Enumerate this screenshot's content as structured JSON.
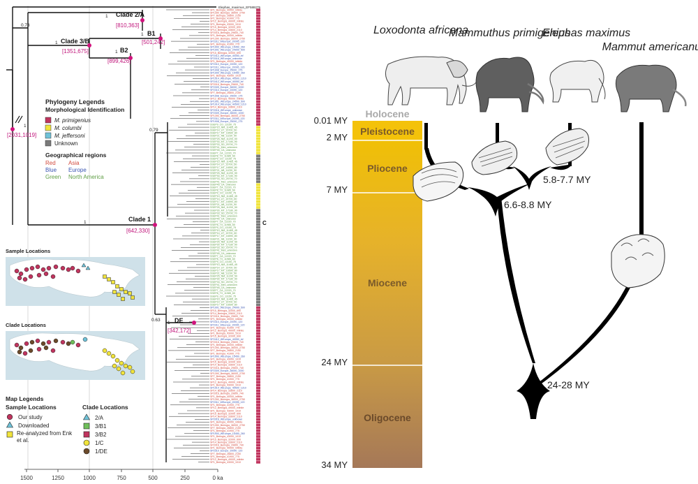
{
  "tree": {
    "outgroup_label": "Elephas_maximus_EF588275",
    "clades": [
      {
        "label": "Clade 2/A",
        "support": "1",
        "interval": "[810,363]"
      },
      {
        "label": "Clade 3/B",
        "support": "1",
        "interval": "[1351,675]"
      },
      {
        "label": "B1",
        "support": "1",
        "interval": "[501,242]"
      },
      {
        "label": "B2",
        "support": "1",
        "interval": "[899,426]"
      },
      {
        "label": "Clade 1",
        "support": "1",
        "interval": "[642,330]"
      },
      {
        "label": "DE",
        "support": "1",
        "interval": "[342,172]"
      }
    ],
    "root_interval": "[2031,1019]",
    "root_support": "1",
    "support_073": "0.73",
    "support_079": "0.79",
    "support_063": "0.63",
    "side_label": "C",
    "axis_ticks": [
      "1500",
      "1250",
      "1000",
      "750",
      "500",
      "250",
      "0 ka"
    ],
    "tip_labels_europe": [
      "SP2309_Europe_36000_1000",
      "SP2310_Europe_20090_120",
      "SP2311_WEurope_20095_120",
      "SP1908_Europe_25000_175",
      "SP1900_WEurope_15450_260",
      "SP1901_WEurope_24000_500",
      "SP1914_WEurope_40500_1210",
      "SP2412_WEurope_40050_inf",
      "SP2016_WEurope_unknown"
    ],
    "tip_labels_asia": [
      "SP1_Beringia_40000_infinite",
      "SP1390_Beringia_36000_2750",
      "SP7_Beringia_26800_2150",
      "SP1_Beringia_41900_775",
      "SP12_Beringia_49000_infinite",
      "SP1_Beringia_43000_1010",
      "SP15_Beringia_32000_690",
      "SP14_Beringia_33600_2110",
      "SP2016_Beringia_29600_740"
    ],
    "tip_labels_na": [
      "SSEP41_Mex_unknown",
      "SSEP45_CA_unknown",
      "SSEP7_CA_12220_70",
      "SSEP8_TX_11985_60",
      "SSEP9_CO_13150_75",
      "SSEP10_NM_11465_45",
      "SSEP14_UT_15700_60",
      "SSEP17_MT_16590_80",
      "SSEP21_AB_11230_90",
      "SSEP25_NM_11200_50",
      "SSEP30_MT_17180_90",
      "SSEP33_SD_25700_70"
    ]
  },
  "phylogeny_legend": {
    "title": "Phylogeny Legends",
    "morph_title": "Morphological Identification",
    "morph_items": [
      {
        "name": "M. primigenius",
        "color": "#c0345e"
      },
      {
        "name": "M. columbi",
        "color": "#f1e43c"
      },
      {
        "name": "M. jeffersoni",
        "color": "#6fc2d8"
      },
      {
        "name": "Unknown",
        "color": "#7a7a7a"
      }
    ],
    "geo_title": "Geographical regions",
    "geo_items": [
      {
        "left": "Red",
        "right": "Asia",
        "color": "#d24a3d"
      },
      {
        "left": "Blue",
        "right": "Europe",
        "color": "#3a55b2"
      },
      {
        "left": "Green",
        "right": "North America",
        "color": "#5f9e45"
      }
    ]
  },
  "map_panels": {
    "sample_title": "Sample Locations",
    "clade_title": "Clade Locations"
  },
  "map_legend": {
    "title": "Map Legends",
    "sample_title": "Sample Locations",
    "sample_items": [
      {
        "name": "Our study"
      },
      {
        "name": "Downloaded"
      },
      {
        "name": "Re-analyzed from Enk et al."
      }
    ],
    "clade_title": "Clade Locations",
    "clade_items": [
      {
        "name": "2/A",
        "color": "#6fc2d8"
      },
      {
        "name": "3/B1",
        "color": "#6fbf5a"
      },
      {
        "name": "3/B2",
        "color": "#c0345e"
      },
      {
        "name": "1/C",
        "color": "#f1e43c"
      },
      {
        "name": "1/DE",
        "color": "#6b4a2a"
      }
    ]
  },
  "timescale": {
    "ticks": [
      "0.01 MY",
      "2 MY",
      "7 MY",
      "24 MY",
      "34 MY"
    ],
    "epochs": [
      "Holocene",
      "Pleistocene",
      "Pliocene",
      "Miocene",
      "Oligocene"
    ]
  },
  "species": [
    "Loxodonta africana",
    "Mammuthus primigenius",
    "Elephas maximus",
    "Mammut americanum"
  ],
  "divergences": [
    "5.8-7.7 MY",
    "6.6-8.8 MY",
    "24-28 MY"
  ]
}
